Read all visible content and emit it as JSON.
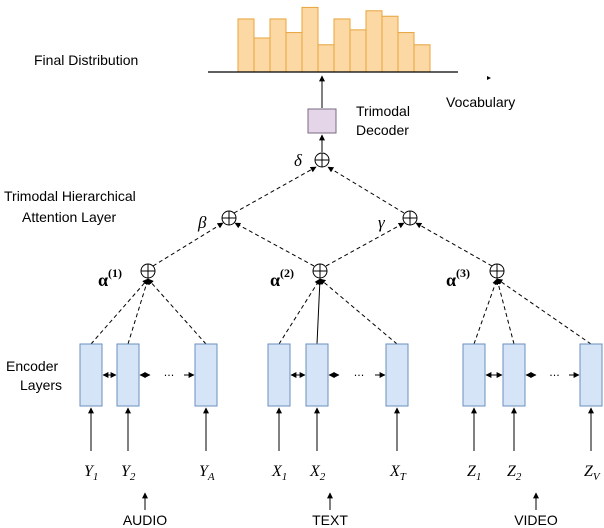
{
  "labels": {
    "final_distribution": "Final Distribution",
    "vocabulary": "Vocabulary",
    "decoder_line1": "Trimodal",
    "decoder_line2": "Decoder",
    "attention_line1": "Trimodal Hierarchical",
    "attention_line2": "Attention Layer",
    "encoder_line1": "Encoder",
    "encoder_line2": "Layers"
  },
  "fusion": {
    "delta": "δ",
    "beta": "β",
    "gamma": "γ",
    "alpha_symbol": "α",
    "alpha1_sup": "(1)",
    "alpha2_sup": "(2)",
    "alpha3_sup": "(3)"
  },
  "modalities": [
    {
      "name": "AUDIO",
      "inputs": [
        {
          "base": "Y",
          "sub": "1"
        },
        {
          "base": "Y",
          "sub": "2"
        },
        {
          "base": "Y",
          "sub": "A"
        }
      ]
    },
    {
      "name": "TEXT",
      "inputs": [
        {
          "base": "X",
          "sub": "1"
        },
        {
          "base": "X",
          "sub": "2"
        },
        {
          "base": "X",
          "sub": "T"
        }
      ]
    },
    {
      "name": "VIDEO",
      "inputs": [
        {
          "base": "Z",
          "sub": "1"
        },
        {
          "base": "Z",
          "sub": "2"
        },
        {
          "base": "Z",
          "sub": "V"
        }
      ]
    }
  ],
  "ellipsis": "···",
  "distribution_bars": [
    0.78,
    0.5,
    0.78,
    0.58,
    0.95,
    0.4,
    0.78,
    0.62,
    0.9,
    0.82,
    0.58,
    0.4
  ],
  "colors": {
    "bar_fill": "#fbd8a4",
    "bar_stroke": "#e8a33b",
    "encoder_fill": "#d5e4f6",
    "encoder_stroke": "#6b8fbf",
    "decoder_fill": "#e4d5e8",
    "decoder_stroke": "#7a6a80"
  }
}
